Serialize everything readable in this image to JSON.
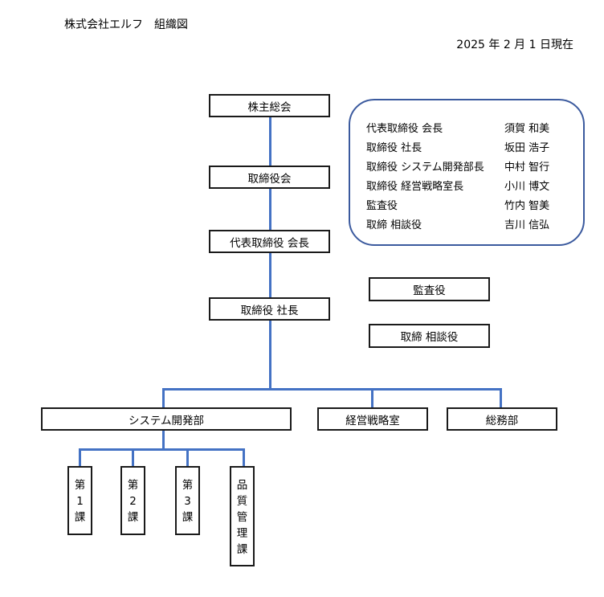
{
  "header": {
    "title": "株式会社エルフ　組織図",
    "date": "2025 年 2 月 1 日現在"
  },
  "nodes": {
    "shareholders": "株主総会",
    "board": "取締役会",
    "chairman": "代表取締役 会長",
    "president": "取締役 社長",
    "auditor": "監査役",
    "advisor": "取締 相談役",
    "system_dept": "システム開発部",
    "strategy_office": "経営戦略室",
    "general_affairs": "総務部",
    "section1": [
      "第",
      "1",
      "課"
    ],
    "section2": [
      "第",
      "2",
      "課"
    ],
    "section3": [
      "第",
      "3",
      "課"
    ],
    "quality": [
      "品",
      "質",
      "管",
      "理",
      "課"
    ]
  },
  "officers": [
    {
      "role": "代表取締役 会長",
      "name": "須賀 和美"
    },
    {
      "role": "取締役 社長",
      "name": "坂田 浩子"
    },
    {
      "role": "取締役 システム開発部長",
      "name": "中村 智行"
    },
    {
      "role": "取締役 経営戦略室長",
      "name": "小川 博文"
    },
    {
      "role": "監査役",
      "name": "竹内 智美"
    },
    {
      "role": "取締 相談役",
      "name": "吉川 信弘"
    }
  ],
  "colors": {
    "connector": "#4472c4",
    "box_border": "#1a1a1a",
    "officer_border": "#3b5a9e"
  }
}
